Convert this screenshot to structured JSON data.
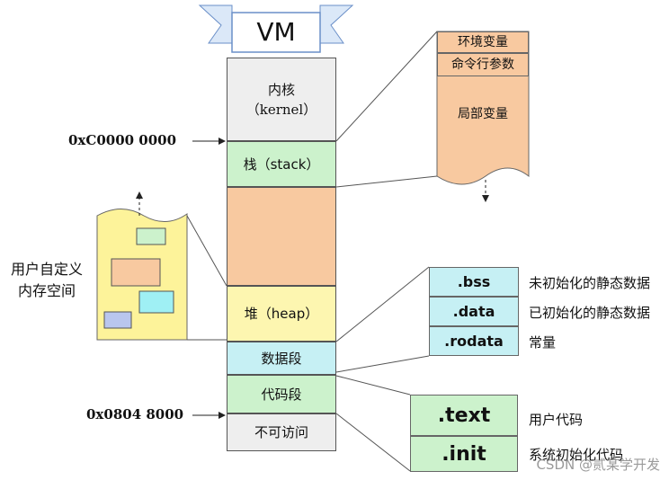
{
  "title": "VM",
  "segments": {
    "kernel": "内核\n（kernel）",
    "stack": "栈（stack）",
    "heap": "堆（heap）",
    "data": "数据段",
    "code": "代码段",
    "noaccess": "不可访问"
  },
  "addresses": {
    "kernel_base": "0xC0000 0000",
    "code_base": "0x0804 8000"
  },
  "stack_detail": [
    "环境变量",
    "命令行参数",
    "局部变量"
  ],
  "user_memory_label": "用户自定义\n内存空间",
  "data_sections": [
    {
      "name": ".bss",
      "desc": "未初始化的静态数据"
    },
    {
      "name": ".data",
      "desc": "已初始化的静态数据"
    },
    {
      "name": ".rodata",
      "desc": "常量"
    }
  ],
  "code_sections": [
    {
      "name": ".text",
      "desc": "用户代码"
    },
    {
      "name": ".init",
      "desc": "系统初始化代码"
    }
  ],
  "watermark": "CSDN @贰某学开发",
  "colors": {
    "kernel": "#eeeeee",
    "stack": "#ccf2cc",
    "gap": "#f8c9a0",
    "heap": "#fdf6b0",
    "data": "#c6f0f4",
    "code": "#ccf2cc",
    "noaccess": "#eeeeee",
    "bss_col": "#c6f0f4",
    "text_col": "#ccf2cc",
    "user_blob": "#fdf39a"
  }
}
